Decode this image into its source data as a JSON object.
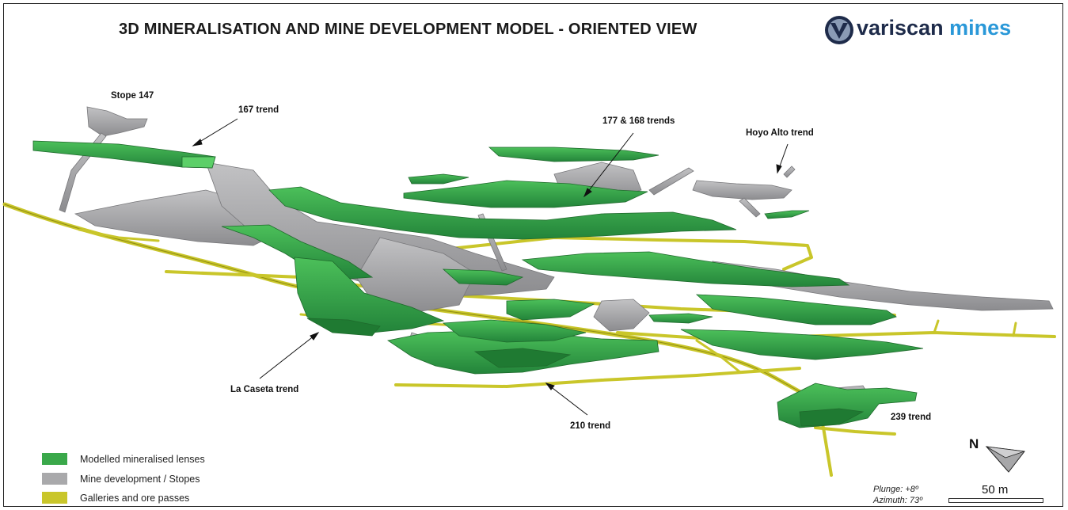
{
  "title": "3D MINERALISATION AND MINE DEVELOPMENT MODEL - ORIENTED VIEW",
  "logo": {
    "word1": "variscan",
    "word2": "mines",
    "icon": "variscan-v-logo-icon"
  },
  "labels": {
    "stope147": "Stope 147",
    "trend167": "167 trend",
    "trend177_168": "177 & 168 trends",
    "hoyo_alto": "Hoyo Alto trend",
    "la_caseta": "La Caseta trend",
    "trend210": "210 trend",
    "trend239": "239 trend"
  },
  "legend": [
    {
      "label": "Modelled mineralised lenses",
      "color": "#3aa84a"
    },
    {
      "label": "Mine development / Stopes",
      "color": "#a9a9ab"
    },
    {
      "label": "Galleries and ore passes",
      "color": "#c9c62a"
    }
  ],
  "orientation": {
    "north": "N",
    "plunge": "Plunge: +8º",
    "azimuth": "Azimuth: 73º",
    "scale": "50 m"
  },
  "colors": {
    "lens": "#3aa84a",
    "lens_dark": "#1f7a32",
    "lens_light": "#5ccf68",
    "stope": "#a9a9ab",
    "stope_dark": "#7f7f82",
    "gallery": "#c9c62a",
    "gallery_dark": "#8f8c14"
  }
}
